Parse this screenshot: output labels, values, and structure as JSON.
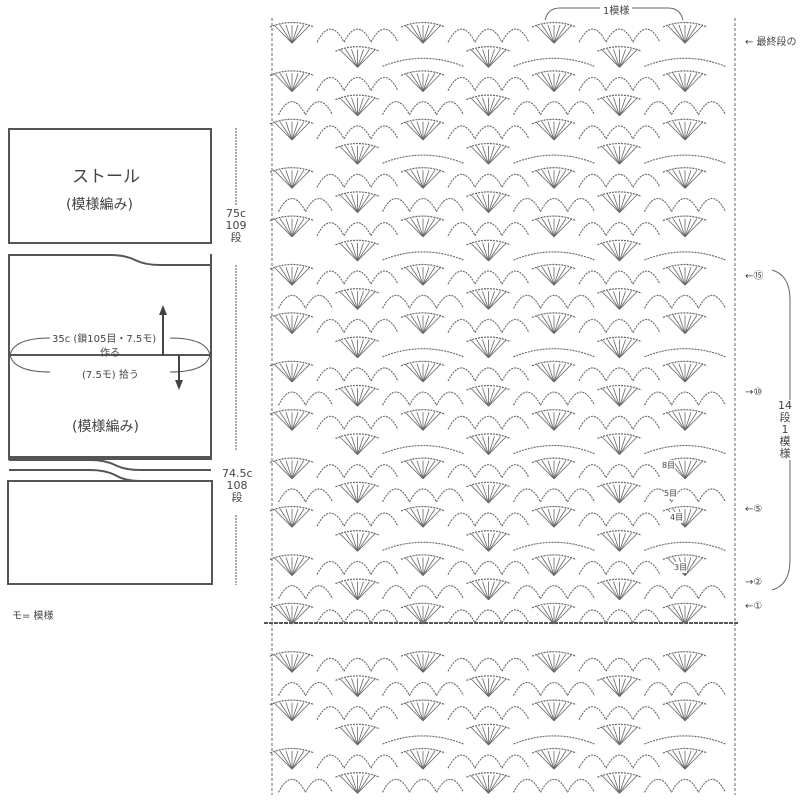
{
  "schematic": {
    "title": "ストール",
    "pattern_label_top": "(模様編み)",
    "pattern_label_bottom": "(模様編み)",
    "width_note": "35c (鎖105目・7.5モ)",
    "width_note_action": "作る",
    "pickup_note": "(7.5モ) 拾う",
    "upper_length": "75c",
    "upper_rows": "109",
    "upper_rows_unit": "段",
    "lower_length": "74.5c",
    "lower_rows": "108",
    "lower_rows_unit": "段",
    "legend": "モ= 模様"
  },
  "chart": {
    "repeat_label": "1模様",
    "last_row_label": "← 最終段の",
    "repeat_rows_label": [
      "14",
      "段",
      "1",
      "模",
      "様"
    ],
    "row_markers": [
      {
        "label": "⑮",
        "arrow": "←"
      },
      {
        "label": "⑩",
        "arrow": "→"
      },
      {
        "label": "⑤",
        "arrow": "←"
      },
      {
        "label": "②",
        "arrow": "→"
      },
      {
        "label": "①",
        "arrow": "←"
      }
    ],
    "stitch_notes": [
      "8目",
      "5目",
      "4目",
      "3目"
    ]
  }
}
